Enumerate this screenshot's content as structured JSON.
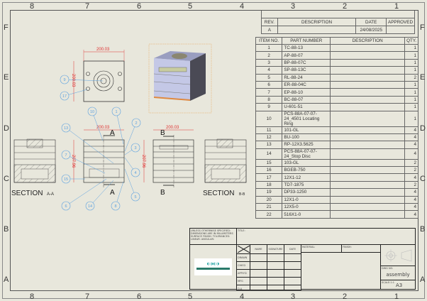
{
  "zones": {
    "columns": [
      "8",
      "7",
      "6",
      "5",
      "4",
      "3",
      "2",
      "1"
    ],
    "rows": [
      "F",
      "E",
      "D",
      "C",
      "B",
      "A"
    ]
  },
  "revision_table": {
    "headers": [
      "REV.",
      "DESCRIPTION",
      "DATE",
      "APPROVED"
    ],
    "row": [
      "A",
      "",
      "24/08/2025",
      ""
    ]
  },
  "bom": {
    "headers": [
      "ITEM NO.",
      "PART NUMBER",
      "DESCRIPTION",
      "QTY."
    ],
    "rows": [
      [
        "1",
        "TC-88-13",
        "",
        "1"
      ],
      [
        "2",
        "AP-88-07",
        "",
        "1"
      ],
      [
        "3",
        "BP-88-07C",
        "",
        "1"
      ],
      [
        "4",
        "SP-88-13C",
        "",
        "1"
      ],
      [
        "5",
        "RL-88-24",
        "",
        "2"
      ],
      [
        "6",
        "ER-88-04C",
        "",
        "1"
      ],
      [
        "7",
        "EP-88-10",
        "",
        "1"
      ],
      [
        "8",
        "BC-88-07",
        "",
        "1"
      ],
      [
        "9",
        "U-601-51",
        "",
        "1"
      ],
      [
        "10",
        "PCS-88A-07-07-24_4501 Locating Ring",
        "",
        "1"
      ],
      [
        "11",
        "101-GL",
        "",
        "4"
      ],
      [
        "12",
        "BU-100",
        "",
        "4"
      ],
      [
        "13",
        "RP-12X3.5625",
        "",
        "4"
      ],
      [
        "14",
        "PCS-88A-07-07-24_Stop Disc",
        "",
        "4"
      ],
      [
        "15",
        "103-GL",
        "",
        "2"
      ],
      [
        "16",
        "BGEB-750",
        "",
        "2"
      ],
      [
        "17",
        "12X1-12",
        "",
        "4"
      ],
      [
        "18",
        "TD7-1875",
        "",
        "2"
      ],
      [
        "19",
        "DP33-1250",
        "",
        "4"
      ],
      [
        "20",
        "12X1-0",
        "",
        "4"
      ],
      [
        "21",
        "12X5-0",
        "",
        "4"
      ],
      [
        "22",
        "516X1-0",
        "",
        "4"
      ]
    ]
  },
  "views": {
    "dim_width": "200.03",
    "dim_height_top": "200.03",
    "dim_height": "207.96",
    "section_a": "SECTION",
    "section_a_id": "A-A",
    "section_b": "SECTION",
    "section_b_id": "B-B",
    "cut_a": "A",
    "cut_b": "B",
    "balloons": [
      "9",
      "17",
      "10",
      "1",
      "2",
      "13",
      "3",
      "7",
      "4",
      "15",
      "5",
      "6",
      "14",
      "8"
    ]
  },
  "title_block": {
    "notes": "UNLESS OTHERWISE SPECIFIED: DIMENSIONS ARE IN MILLIMETERS SURFACE FINISH: TOLERANCES: LINEAR: ANGULAR:",
    "title_label": "TITLE:",
    "name_headers": [
      "NAME",
      "SIGNATURE",
      "DATE"
    ],
    "row_labels": [
      "DRAWN",
      "CHK'D",
      "APPV'D",
      "MFG",
      "Q.A"
    ],
    "material_label": "MATERIAL:",
    "finish_label": "FINISH:",
    "dwg_no_label": "DWG NO.",
    "dwg_no": "assembly",
    "scale_label": "SCALE:1:1",
    "sheet_size": "A3"
  },
  "colors": {
    "dimension": "#e03030",
    "balloon": "#5aa0e0",
    "line": "#333333"
  }
}
